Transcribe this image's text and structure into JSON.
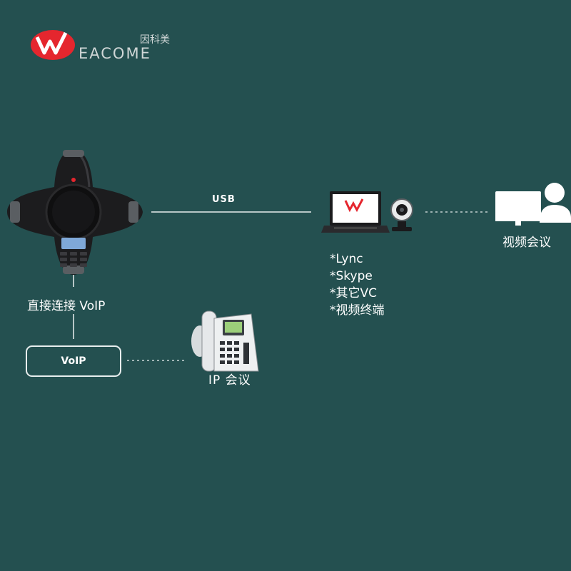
{
  "brand": {
    "name": "EACOME",
    "cn_name": "因科美",
    "logo_color": "#e5262e"
  },
  "colors": {
    "background": "#245050",
    "line": "#e8eeee"
  },
  "connections": {
    "usb_label": "USB"
  },
  "nodes": {
    "conference_speaker": {
      "caption": "直接连接 VoIP",
      "icon": "conference-speakerphone-icon"
    },
    "voip": {
      "label": "VoIP"
    },
    "ip_phone": {
      "caption": "IP 会议",
      "icon": "ip-desk-phone-icon"
    },
    "laptop": {
      "icon": "laptop-icon"
    },
    "webcam": {
      "icon": "webcam-icon"
    },
    "video_conference": {
      "caption": "视频会议",
      "icon": "monitor-user-icon"
    }
  },
  "software_list": [
    "*Lync",
    "*Skype",
    "*其它VC",
    "*视频终端"
  ]
}
